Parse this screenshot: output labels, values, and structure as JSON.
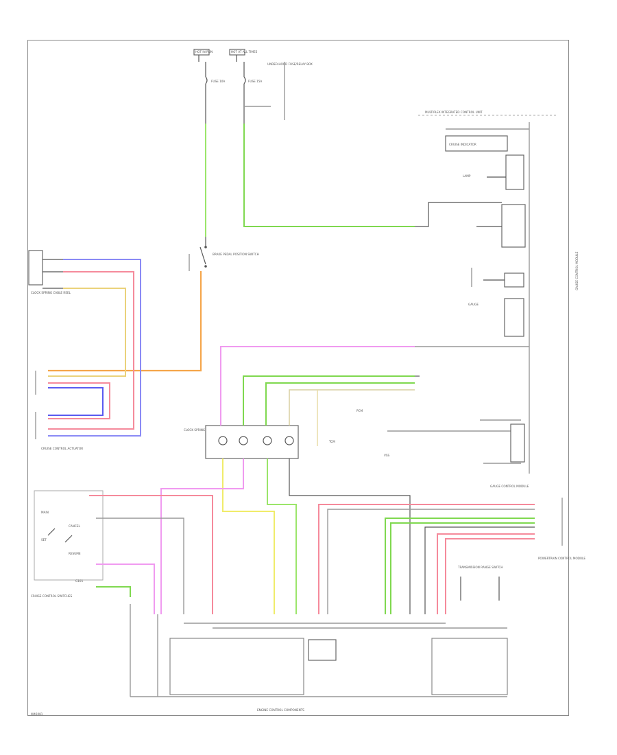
{
  "diagram": {
    "footer_code": "W46081",
    "labels": {
      "ignition_top_1": "HOT IN RUN",
      "ignition_top_2": "HOT AT ALL TIMES",
      "fuse_note": "UNDER-HOOD FUSE/RELAY BOX",
      "fuse_a": "FUSE 10A",
      "fuse_b": "FUSE 15A",
      "meter_note": "GAUGE CONTROL MODULE",
      "top_right_note": "MULTIPLEX INTEGRATED CONTROL UNIT",
      "cruise_indicator": "CRUISE INDICATOR",
      "lamp_1": "LAMP",
      "brake_switch": "BRAKE PEDAL POSITION SWITCH",
      "gauge_speaker": "GAUGE",
      "left_connector": "CLOCK SPRING CABLE REEL",
      "cruise_actuator": "CRUISE CONTROL ACTUATOR",
      "pcm_label": "PCM",
      "clock_spring": "CLOCK SPRING",
      "main_switch": "MAIN",
      "cancel_switch": "CANCEL",
      "resume_switch": "RESUME",
      "set_switch": "SET",
      "combination_switch": "CRUISE CONTROL SWITCHES",
      "vss": "VSS",
      "gauge_control": "GAUGE CONTROL MODULE",
      "transmission": "TRANSMISSION RANGE SWITCH",
      "pcm_right": "POWERTRAIN CONTROL MODULE",
      "bottom_label": "ENGINE CONTROL COMPONENTS",
      "tcm": "TCM",
      "g101": "G101"
    }
  }
}
